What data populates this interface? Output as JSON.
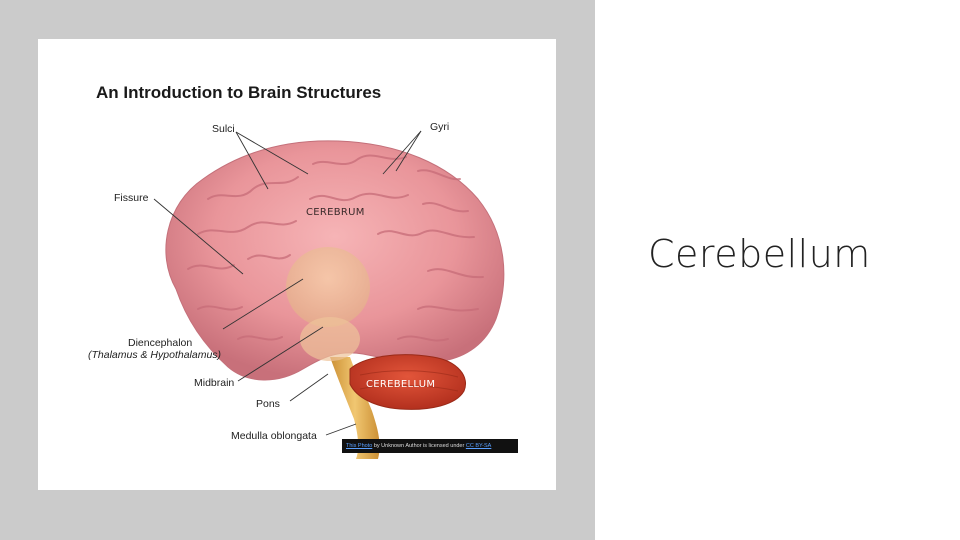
{
  "slide": {
    "title": "Cerebellum"
  },
  "figure": {
    "title": "An Introduction to Brain Structures",
    "labels": {
      "sulci": "Sulci",
      "gyri": "Gyri",
      "fissure": "Fissure",
      "cerebrum": "CEREBRUM",
      "diencephalon": "Diencephalon",
      "diencephalon_sub": "(Thalamus & Hypothalamus)",
      "midbrain": "Midbrain",
      "pons": "Pons",
      "cerebellum": "CEREBELLUM",
      "medulla": "Medulla oblongata"
    },
    "credit": {
      "link_text": "This Photo",
      "middle_text": " by Unknown Author is licensed under ",
      "license_text": "CC BY-SA"
    }
  }
}
